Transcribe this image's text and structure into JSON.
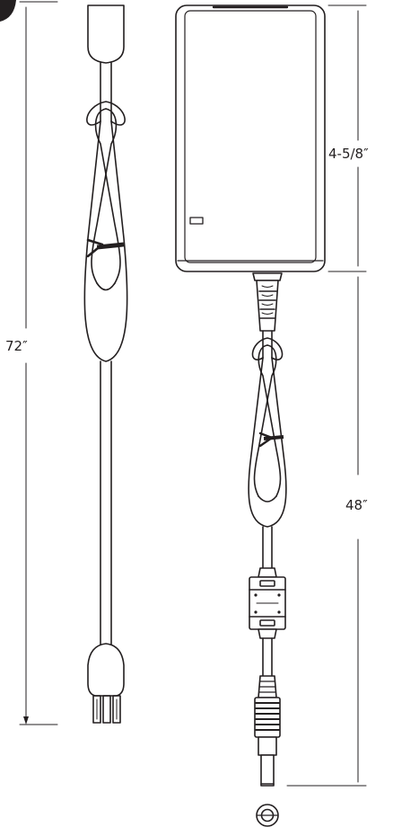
{
  "dimensions": {
    "ac_cord_length": "72″",
    "adapter_height": "4-5/8″",
    "dc_cord_length": "48″"
  },
  "colors": {
    "line": "#231f20",
    "background": "#ffffff",
    "fill": "#ffffff",
    "tie": "#231f20"
  },
  "icons": {
    "adapter_led": "rectangle-indicator-icon",
    "plug": "three-prong-plug-icon",
    "dc_tip": "dc-barrel-end-view-icon"
  }
}
